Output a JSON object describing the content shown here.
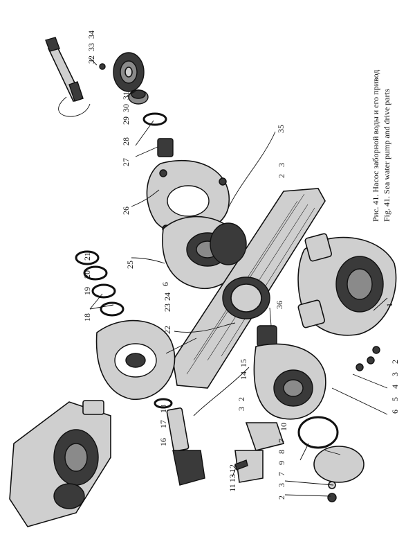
{
  "caption": {
    "ru": "Рис. 41. Насос  заборной  воды и  его  привод",
    "en": "Fig. 41. Sea  water  pump  and  drive  parts"
  },
  "labels": [
    {
      "id": "l-32",
      "text": "32"
    },
    {
      "id": "l-33",
      "text": "33"
    },
    {
      "id": "l-34",
      "text": "34"
    },
    {
      "id": "l-29",
      "text": "29"
    },
    {
      "id": "l-30",
      "text": "30"
    },
    {
      "id": "l-31",
      "text": "31"
    },
    {
      "id": "l-28",
      "text": "28"
    },
    {
      "id": "l-27",
      "text": "27"
    },
    {
      "id": "l-35",
      "text": "35"
    },
    {
      "id": "l-3a",
      "text": "3"
    },
    {
      "id": "l-2a",
      "text": "2"
    },
    {
      "id": "l-26",
      "text": "26"
    },
    {
      "id": "l-21",
      "text": "21"
    },
    {
      "id": "l-20",
      "text": "20"
    },
    {
      "id": "l-19",
      "text": "19"
    },
    {
      "id": "l-25",
      "text": "25"
    },
    {
      "id": "l-6a",
      "text": "6"
    },
    {
      "id": "l-18a",
      "text": "18"
    },
    {
      "id": "l-23",
      "text": "23"
    },
    {
      "id": "l-24",
      "text": "24"
    },
    {
      "id": "l-36",
      "text": "36"
    },
    {
      "id": "l-1",
      "text": "1"
    },
    {
      "id": "l-22",
      "text": "22"
    },
    {
      "id": "l-14",
      "text": "14"
    },
    {
      "id": "l-15",
      "text": "15"
    },
    {
      "id": "l-2b",
      "text": "2"
    },
    {
      "id": "l-3b",
      "text": "3"
    },
    {
      "id": "l-4",
      "text": "4"
    },
    {
      "id": "l-5",
      "text": "5"
    },
    {
      "id": "l-6b",
      "text": "6"
    },
    {
      "id": "l-2c",
      "text": "2"
    },
    {
      "id": "l-3c",
      "text": "3"
    },
    {
      "id": "l-16",
      "text": "16"
    },
    {
      "id": "l-17",
      "text": "17"
    },
    {
      "id": "l-18b",
      "text": "18"
    },
    {
      "id": "l-10",
      "text": "10"
    },
    {
      "id": "l-7a",
      "text": "7"
    },
    {
      "id": "l-8",
      "text": "8"
    },
    {
      "id": "l-9",
      "text": "9"
    },
    {
      "id": "l-7b",
      "text": "7"
    },
    {
      "id": "l-13",
      "text": "13"
    },
    {
      "id": "l-12",
      "text": "12"
    },
    {
      "id": "l-11",
      "text": "11"
    },
    {
      "id": "l-3d",
      "text": "3"
    },
    {
      "id": "l-2d",
      "text": "2"
    }
  ]
}
